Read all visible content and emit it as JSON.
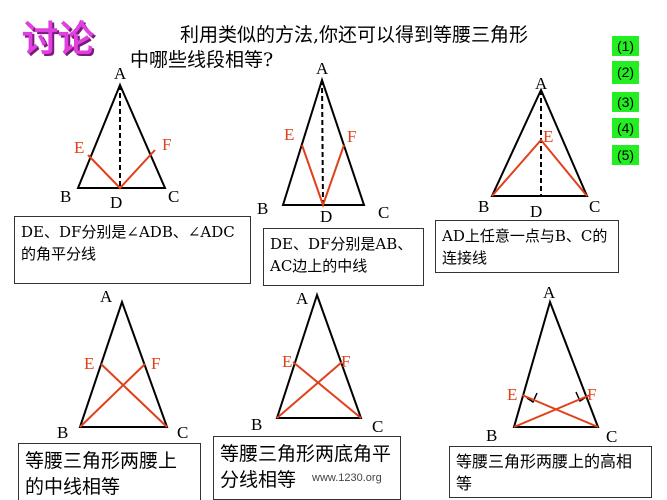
{
  "title": "讨论",
  "question": {
    "line1": "利用类似的方法,你还可以得到等腰三角形",
    "line2": "中哪些线段相等?"
  },
  "buttons": [
    "(1)",
    "(2)",
    "(3)",
    "(4)",
    "(5)"
  ],
  "button_color": "#22ee22",
  "line_color": "#e0401a",
  "labels": {
    "A": "A",
    "B": "B",
    "C": "C",
    "D": "D",
    "E": "E",
    "F": "F"
  },
  "boxes": [
    "DE、DF分别是∠ADB、∠ADC的角平分线",
    "DE、DF分别是AB、AC边上的中线",
    "AD上任意一点与B、C的连接线",
    "等腰三角形两腰上的中线相等",
    "等腰三角形两底角平分线相等",
    "等腰三角形两腰上的高相等"
  ],
  "watermark": "www.1230.org"
}
